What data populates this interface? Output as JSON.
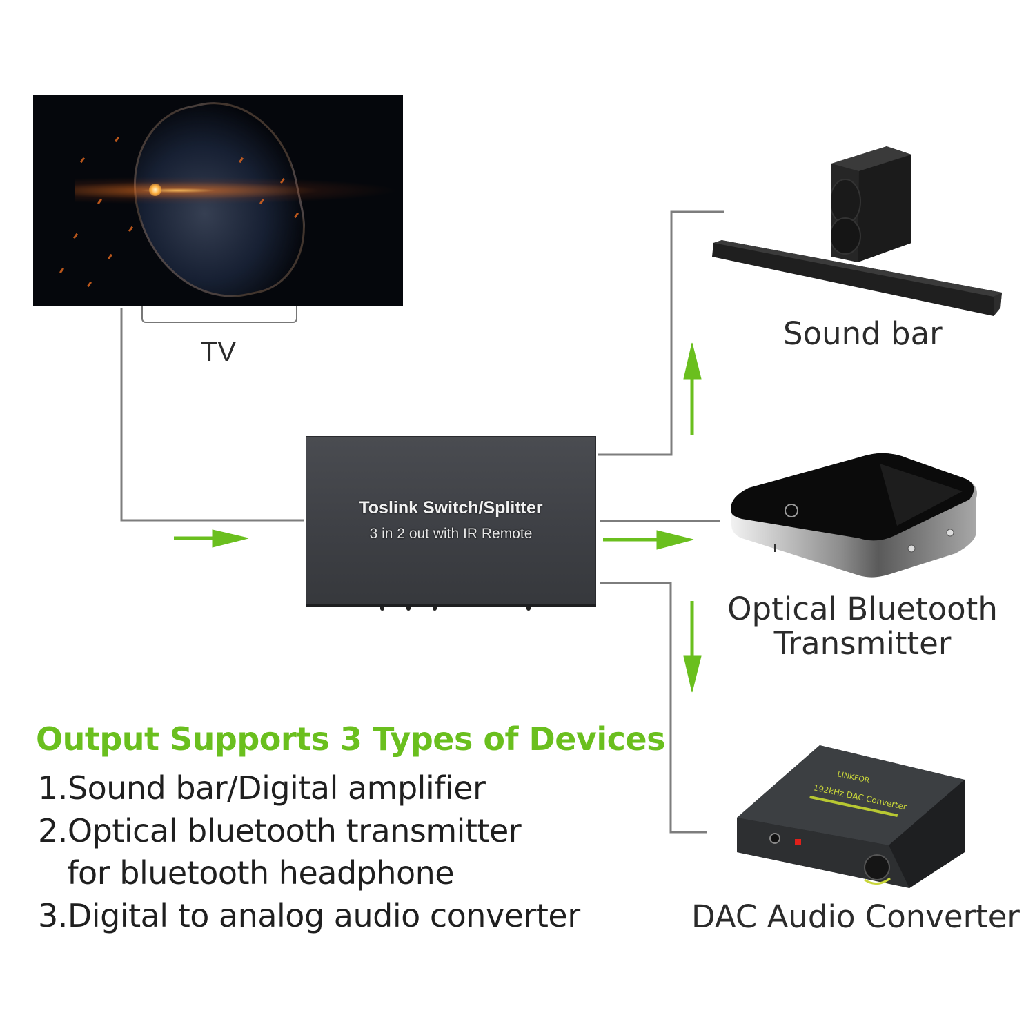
{
  "colors": {
    "accent_green": "#6abf1e",
    "wire_gray": "#7d7d7d",
    "text_dark": "#2b2b2b",
    "box_body": "#414347"
  },
  "devices": {
    "tv": {
      "label": "TV",
      "icon": "tv-icon"
    },
    "splitter": {
      "title": "Toslink Switch/Splitter",
      "subtitle": "3 in 2 out with IR Remote",
      "icon": "splitter-box-icon"
    },
    "soundbar": {
      "label": "Sound bar",
      "icon": "soundbar-icon"
    },
    "bt_transmitter": {
      "label_line1": "Optical Bluetooth",
      "label_line2": "Transmitter",
      "icon": "bluetooth-transmitter-icon"
    },
    "dac": {
      "label": "DAC Audio Converter",
      "icon": "dac-converter-icon"
    }
  },
  "connections": [
    {
      "from": "tv",
      "to": "splitter",
      "arrow": "right"
    },
    {
      "from": "splitter",
      "to": "soundbar",
      "arrow": "up"
    },
    {
      "from": "splitter",
      "to": "bt_transmitter",
      "arrow": "right"
    },
    {
      "from": "splitter",
      "to": "dac",
      "arrow": "down"
    }
  ],
  "features": {
    "heading": "Output Supports 3 Types of Devices",
    "items": [
      "1.Sound bar/Digital amplifier",
      "2.Optical bluetooth transmitter",
      "   for bluetooth headphone",
      "3.Digital to analog audio converter"
    ]
  }
}
